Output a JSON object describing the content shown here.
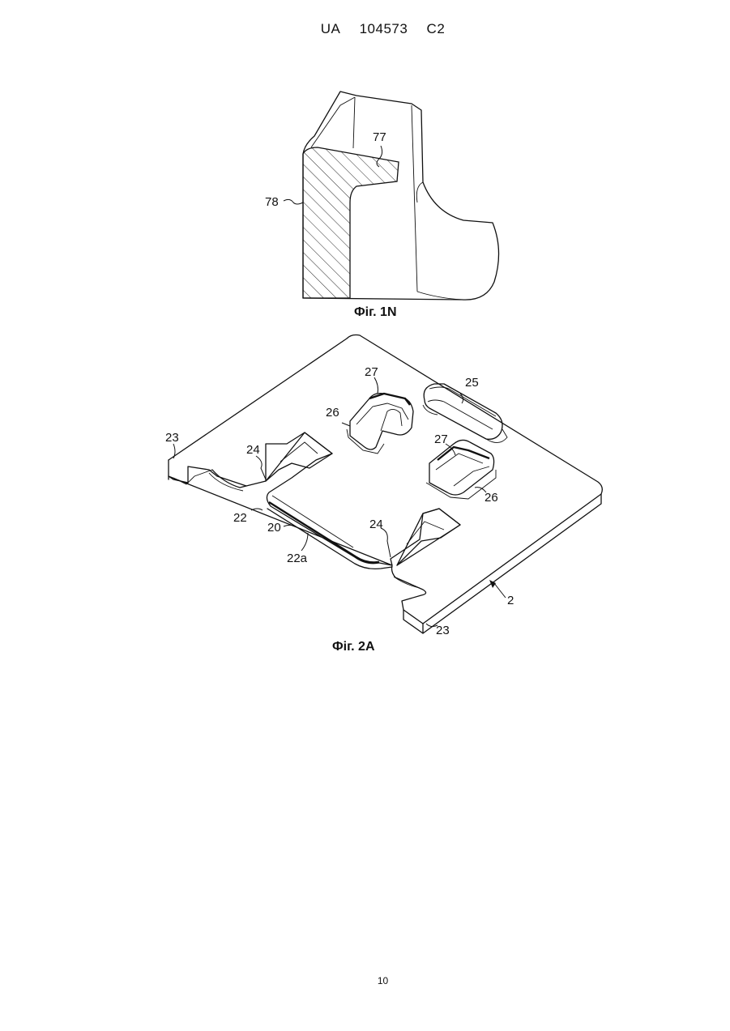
{
  "header": {
    "office": "UA",
    "number": "104573",
    "kind": "C2"
  },
  "figure_1n": {
    "caption": "Фіг. 1N",
    "labels": {
      "l77": "77",
      "l78": "78"
    }
  },
  "figure_2a": {
    "caption": "Фіг. 2А",
    "labels": {
      "l2": "2",
      "l20": "20",
      "l22": "22",
      "l22a": "22a",
      "l23a": "23",
      "l23b": "23",
      "l24a": "24",
      "l24b": "24",
      "l25": "25",
      "l26a": "26",
      "l26b": "26",
      "l27a": "27",
      "l27b": "27"
    }
  },
  "page_number": "10"
}
